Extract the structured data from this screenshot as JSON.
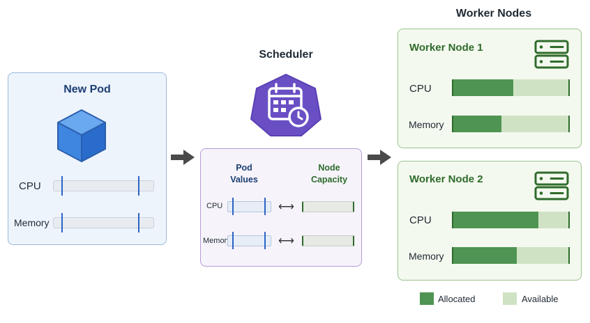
{
  "pod": {
    "title": "New Pod",
    "cpu_label": "CPU",
    "memory_label": "Memory"
  },
  "scheduler": {
    "title": "Scheduler",
    "pod_values_header": [
      "Pod",
      "Values"
    ],
    "node_capacity_header": [
      "Node",
      "Capacity"
    ],
    "cpu_label": "CPU",
    "memory_label": "Memory",
    "compare_symbol": "⟷"
  },
  "nodes": {
    "title": "Worker Nodes",
    "items": [
      {
        "name": "Worker Node 1",
        "cpu_label": "CPU",
        "memory_label": "Memory",
        "cpu_allocated": 0.52,
        "memory_allocated": 0.42
      },
      {
        "name": "Worker Node 2",
        "cpu_label": "CPU",
        "memory_label": "Memory",
        "cpu_allocated": 0.74,
        "memory_allocated": 0.55
      }
    ]
  },
  "legend": {
    "allocated_label": "Allocated",
    "available_label": "Available",
    "allocated_color": "#4f9452",
    "available_color": "#cfe3c4"
  },
  "colors": {
    "pod_accent": "#2a64c5",
    "scheduler_accent": "#6a4fc4",
    "node_accent": "#2e6b2a"
  }
}
